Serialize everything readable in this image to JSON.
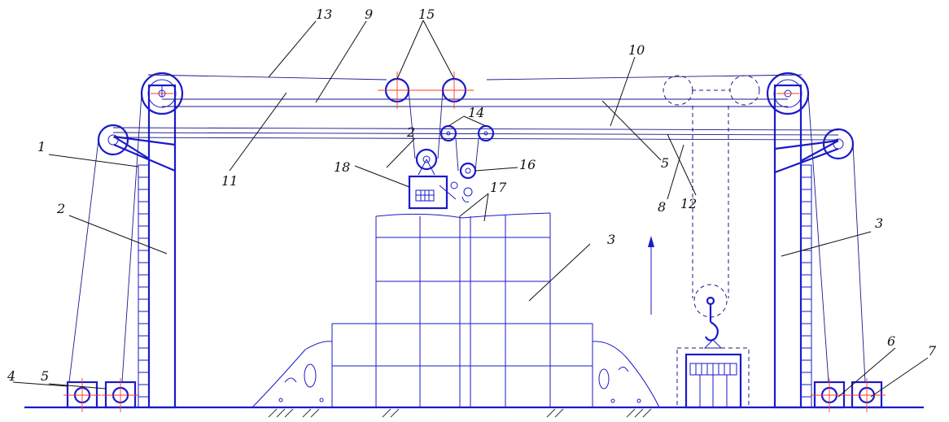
{
  "labels": {
    "l1": "1",
    "l2a": "2",
    "l2b": "2",
    "l3a": "3",
    "l3b": "3",
    "l3c": "3",
    "l4": "4",
    "l5a": "5",
    "l5b": "5",
    "l6": "6",
    "l7": "7",
    "l8": "8",
    "l9": "9",
    "l10": "10",
    "l11": "11",
    "l12": "12",
    "l13": "13",
    "l14": "14",
    "l15": "15",
    "l16": "16",
    "l17": "17",
    "l18": "18"
  },
  "colors": {
    "structure": "#1a1acc",
    "ropes": "#1a1a88",
    "centerlines": "#ff3b1f",
    "labels": "#111111"
  }
}
